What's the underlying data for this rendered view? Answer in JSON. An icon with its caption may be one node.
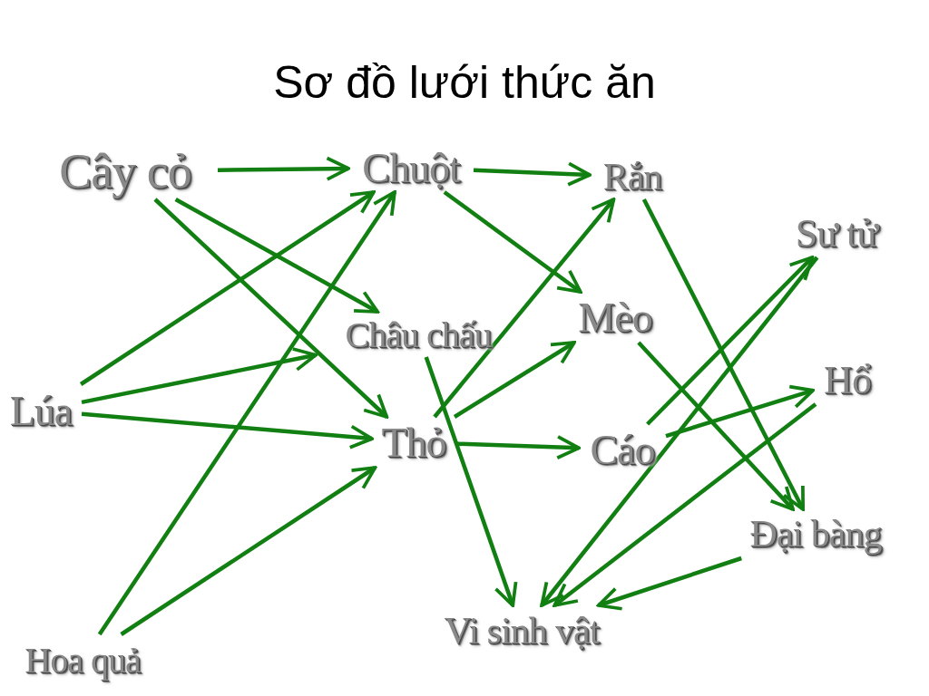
{
  "diagram": {
    "title": "Sơ đồ lưới thức ăn",
    "nodes": [
      {
        "text": [
          "Cây cỏ"
        ]
      },
      {
        "text": [
          "Chuột"
        ]
      },
      {
        "text": [
          "Rắn"
        ]
      },
      {
        "text": [
          "Sư tử"
        ]
      },
      {
        "text": [
          "Châu chấu"
        ]
      },
      {
        "text": [
          "Mèo"
        ]
      },
      {
        "text": [
          "Lúa"
        ]
      },
      {
        "text": [
          "Hổ"
        ]
      },
      {
        "text": [
          "Thỏ"
        ]
      },
      {
        "text": [
          "Cáo"
        ]
      },
      {
        "text": [
          "Đại bàng"
        ]
      },
      {
        "text": [
          "Vi sinh vật"
        ]
      },
      {
        "text": [
          "Hoa quả"
        ]
      }
    ],
    "edges": [
      {
        "from": 0,
        "to": 1,
        "arrow": "to"
      },
      {
        "from": 0,
        "to": 4,
        "arrow": "to"
      },
      {
        "from": 0,
        "to": 8,
        "arrow": "to"
      },
      {
        "from": 6,
        "to": 1,
        "arrow": "to"
      },
      {
        "from": 6,
        "to": 4,
        "arrow": "to"
      },
      {
        "from": 6,
        "to": 8,
        "arrow": "to"
      },
      {
        "from": 12,
        "to": 1,
        "arrow": "to"
      },
      {
        "from": 12,
        "to": 8,
        "arrow": "to"
      },
      {
        "from": 1,
        "to": 2,
        "arrow": "to"
      },
      {
        "from": 1,
        "to": 5,
        "arrow": "to"
      },
      {
        "from": 8,
        "to": 2,
        "arrow": "to"
      },
      {
        "from": 8,
        "to": 5,
        "arrow": "to"
      },
      {
        "from": 8,
        "to": 9,
        "arrow": "to"
      },
      {
        "from": 4,
        "to": 11,
        "arrow": "to"
      },
      {
        "from": 2,
        "to": 10,
        "arrow": "to"
      },
      {
        "from": 5,
        "to": 10,
        "arrow": "to"
      },
      {
        "from": 9,
        "to": 3,
        "arrow": "to"
      },
      {
        "from": 9,
        "to": 7,
        "arrow": "to"
      },
      {
        "from": 3,
        "to": 11,
        "arrow": "to"
      },
      {
        "from": 7,
        "to": 11,
        "arrow": "to"
      },
      {
        "from": 10,
        "to": 11,
        "arrow": "to"
      }
    ]
  }
}
